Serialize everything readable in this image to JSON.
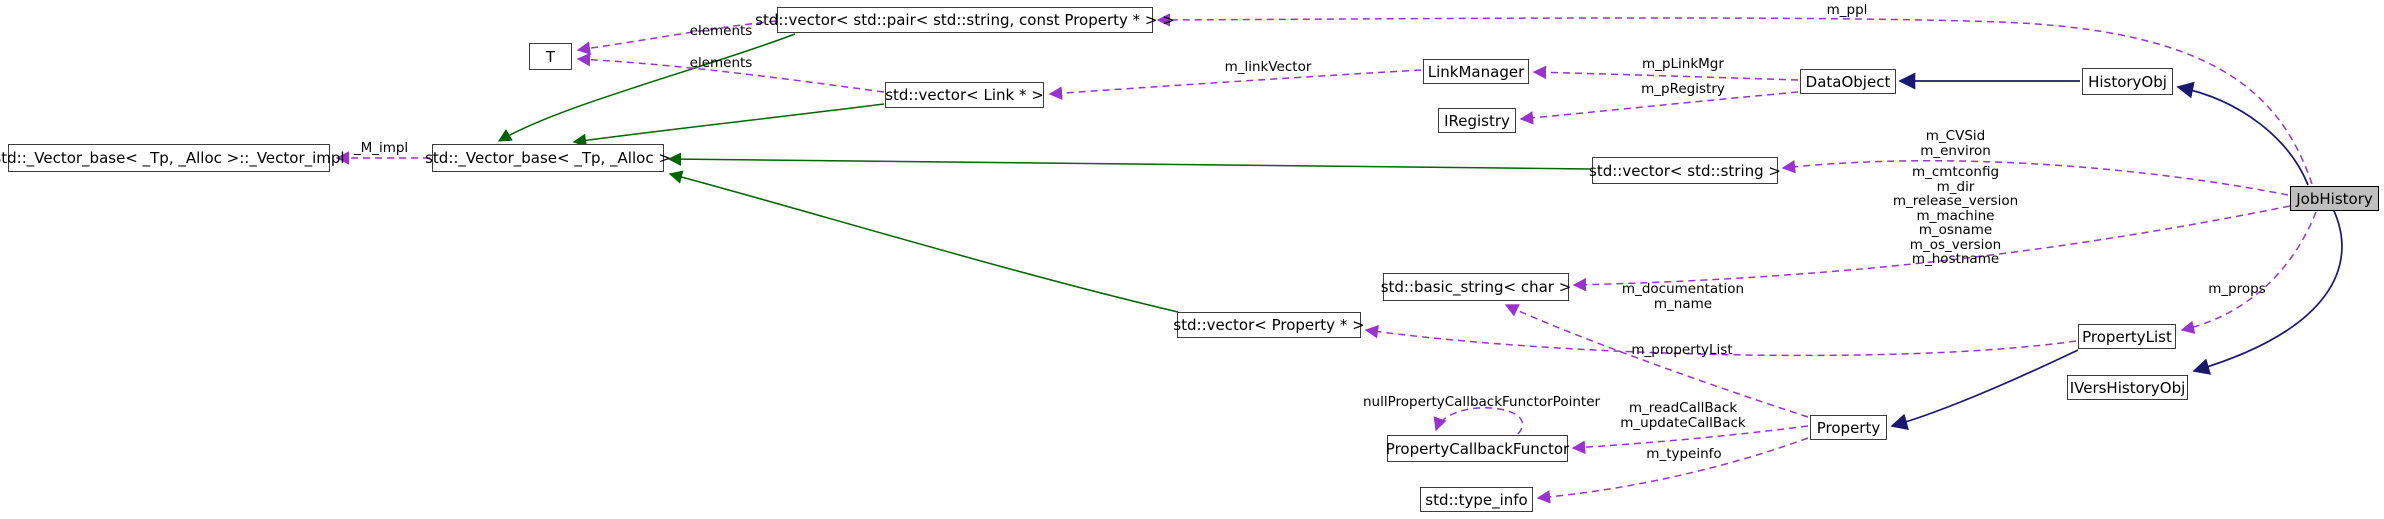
{
  "diagram": {
    "kind": "collaboration-graph",
    "focus_node": "JobHistory",
    "colors": {
      "node_fill": "#ffffff",
      "focus_node_fill": "#bfbfbf",
      "node_border": "#3c3c3c",
      "inheritance_edge": "#191970",
      "usage_edge": "#9a32cd",
      "template_edge": "#006400"
    },
    "nodes": {
      "vec_pair": {
        "label": "std::vector< std::pair< std::string, const Property * > >"
      },
      "t_param": {
        "label": "T"
      },
      "vec_link": {
        "label": "std::vector< Link * >"
      },
      "link_manager": {
        "label": "LinkManager"
      },
      "iregistry": {
        "label": "IRegistry"
      },
      "data_object": {
        "label": "DataObject"
      },
      "history_obj": {
        "label": "HistoryObj"
      },
      "vector_impl": {
        "label": "std::_Vector_base< _Tp, _Alloc >::_Vector_impl"
      },
      "vector_base": {
        "label": "std::_Vector_base< _Tp, _Alloc >"
      },
      "vec_string": {
        "label": "std::vector< std::string >"
      },
      "job_history": {
        "label": "JobHistory"
      },
      "basic_string": {
        "label": "std::basic_string< char >"
      },
      "vec_property": {
        "label": "std::vector< Property * >"
      },
      "property_list": {
        "label": "PropertyList"
      },
      "ivers_history_obj": {
        "label": "IVersHistoryObj"
      },
      "property_callback_functor": {
        "label": "PropertyCallbackFunctor"
      },
      "property": {
        "label": "Property"
      },
      "type_info": {
        "label": "std::type_info"
      }
    },
    "edge_labels": {
      "elements_1": "elements",
      "elements_2": "elements",
      "m_linkvector": "m_linkVector",
      "m_plinkmgr": "m_pLinkMgr",
      "m_pregistry": "m_pRegistry",
      "m_ppl": "m_ppl",
      "m_impl": "_M_impl",
      "jobhistory_strings_a": "m_CVSid\nm_environ",
      "jobhistory_strings_b": "m_cmtconfig\nm_dir\nm_release_version\nm_machine\nm_osname\nm_os_version\nm_hostname",
      "doc_name": "m_documentation\nm_name",
      "m_props": "m_props",
      "m_propertylist": "m_propertyList",
      "null_pcf_pointer": "nullPropertyCallbackFunctorPointer",
      "callbacks": "m_readCallBack\nm_updateCallBack",
      "m_typeinfo": "m_typeinfo"
    }
  }
}
